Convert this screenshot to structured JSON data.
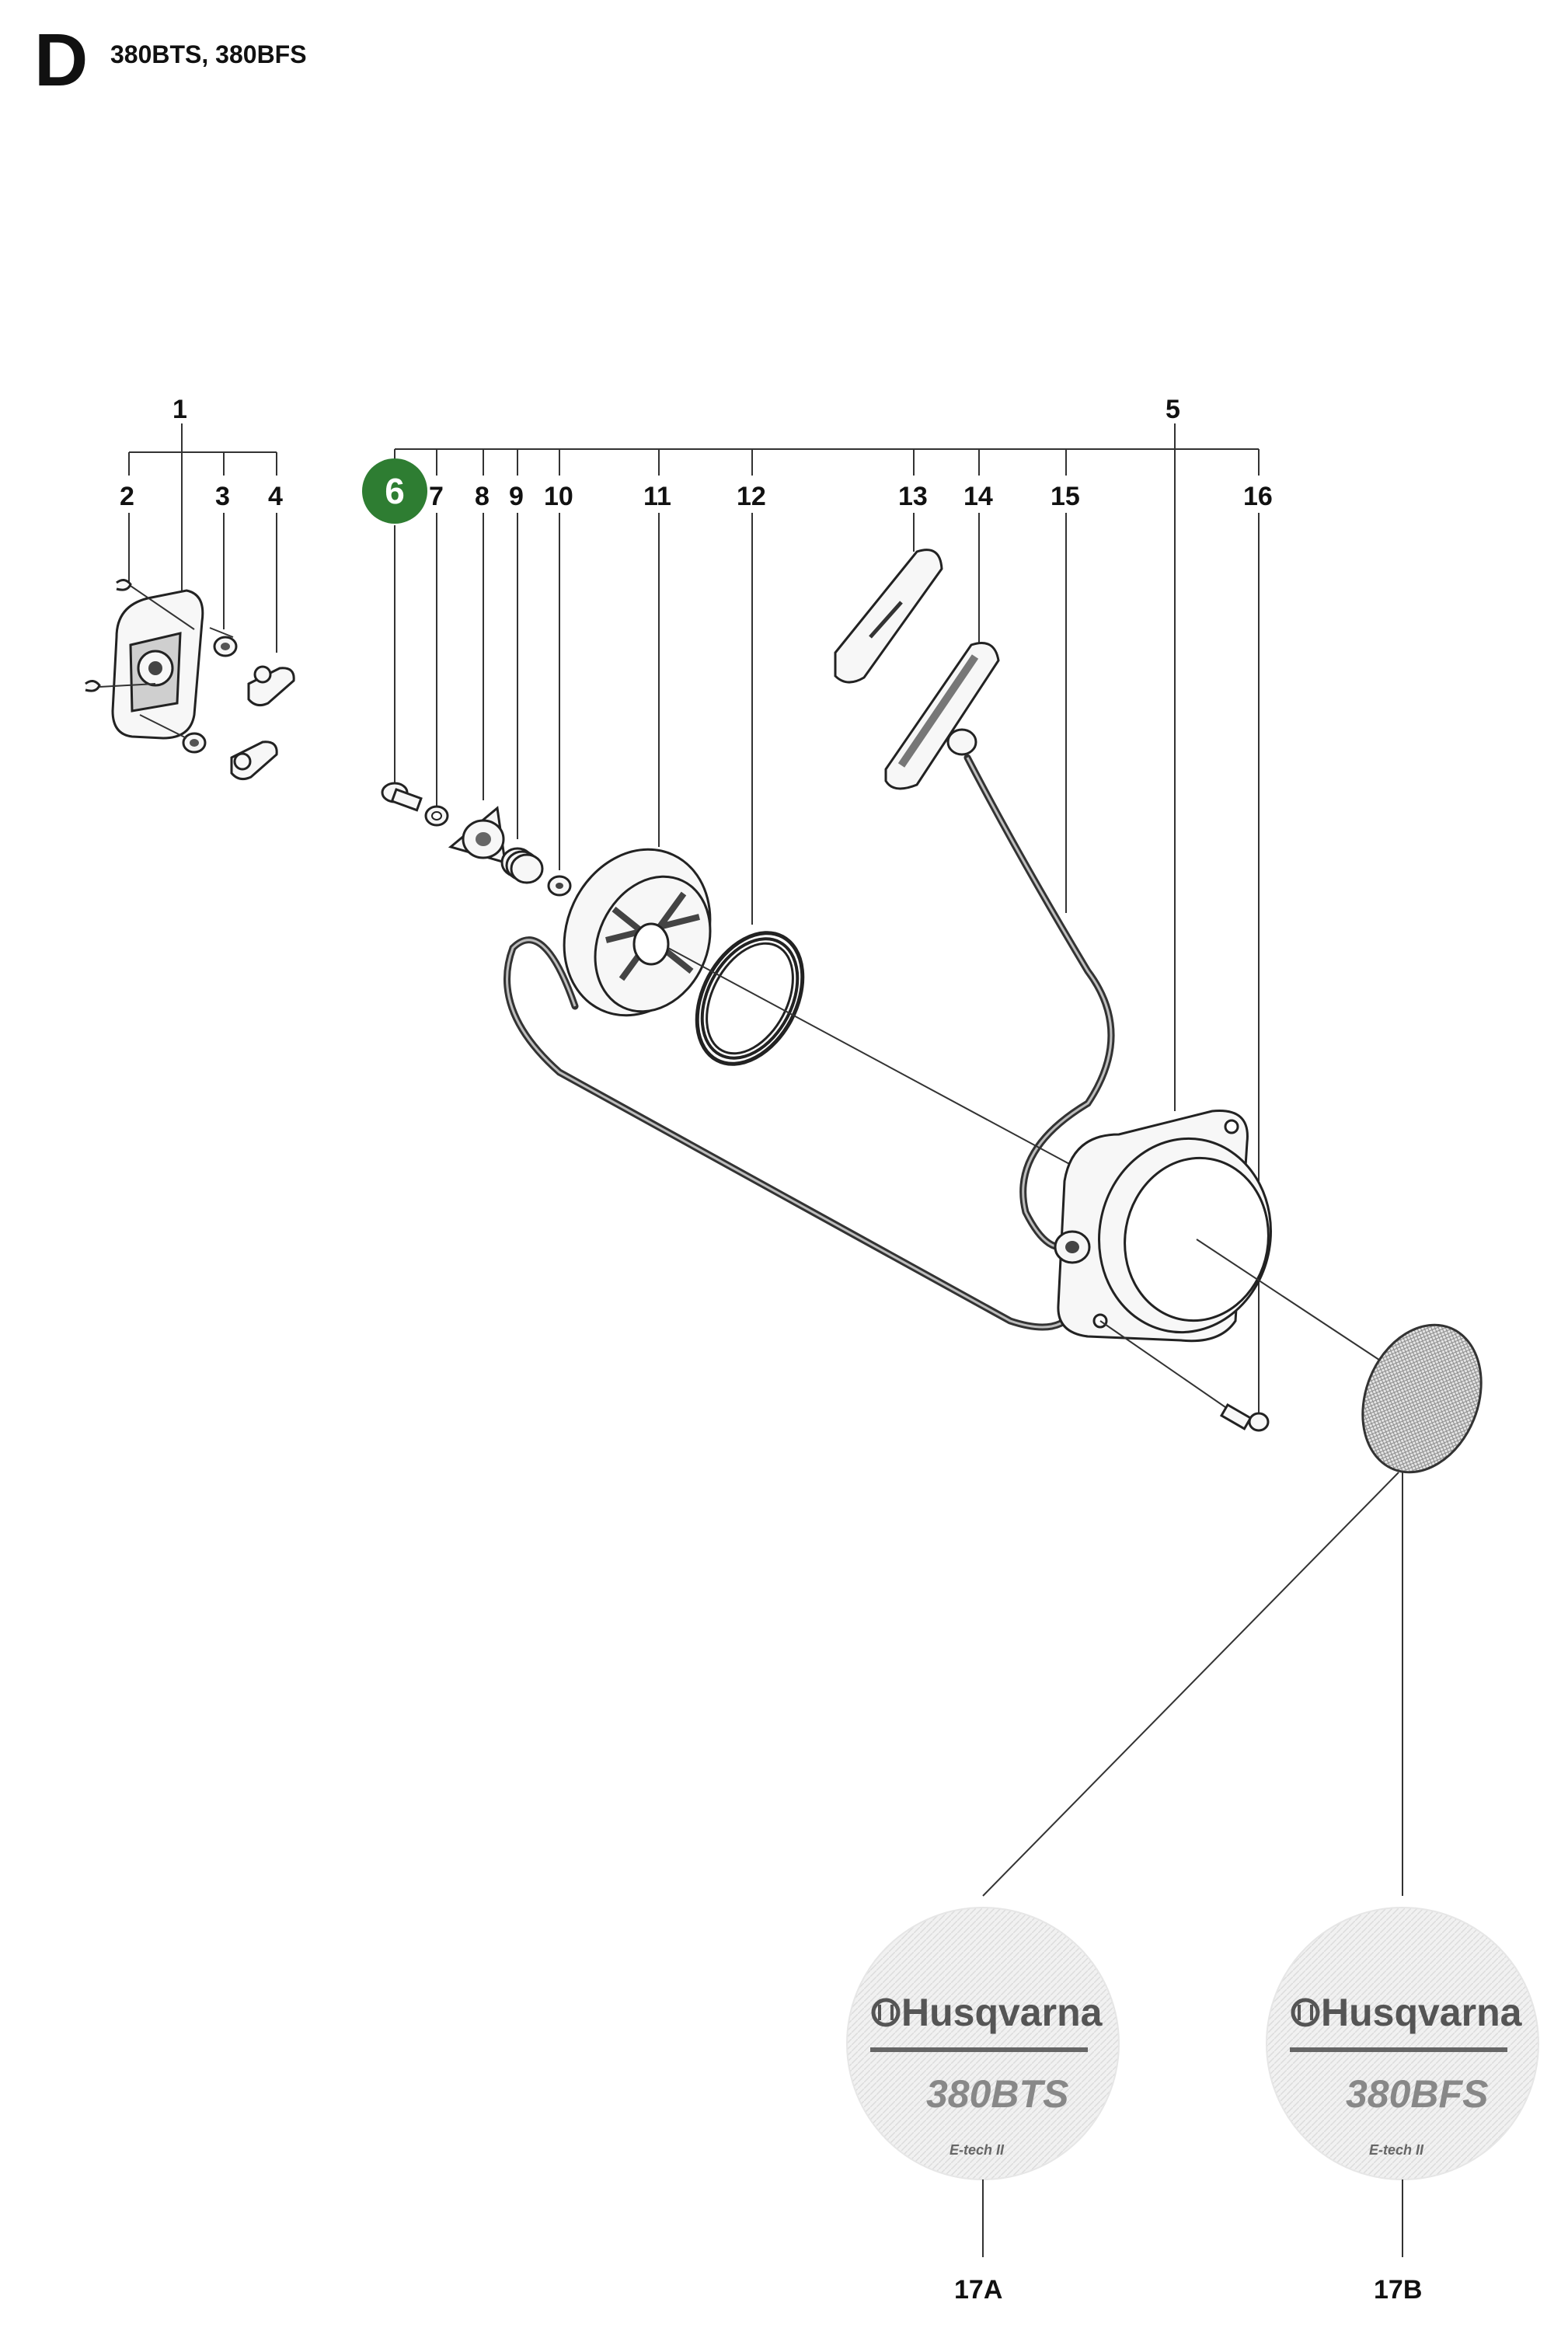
{
  "header": {
    "section_letter": "D",
    "models": "380BTS, 380BFS"
  },
  "highlight": {
    "label": "6",
    "color": "#2e7d32"
  },
  "callouts": {
    "c1": "1",
    "c2": "2",
    "c3": "3",
    "c4": "4",
    "c5": "5",
    "c7": "7",
    "c8": "8",
    "c9": "9",
    "c10": "10",
    "c11": "11",
    "c12": "12",
    "c13": "13",
    "c14": "14",
    "c15": "15",
    "c16": "16",
    "c17a": "17A",
    "c17b": "17B"
  },
  "decals": {
    "left": {
      "brand": "Husqvarna",
      "model": "380BTS",
      "tag": "E-tech II"
    },
    "right": {
      "brand": "Husqvarna",
      "model": "380BFS",
      "tag": "E-tech II"
    }
  },
  "colors": {
    "lines": "#333333",
    "badge": "#2e7d32"
  }
}
